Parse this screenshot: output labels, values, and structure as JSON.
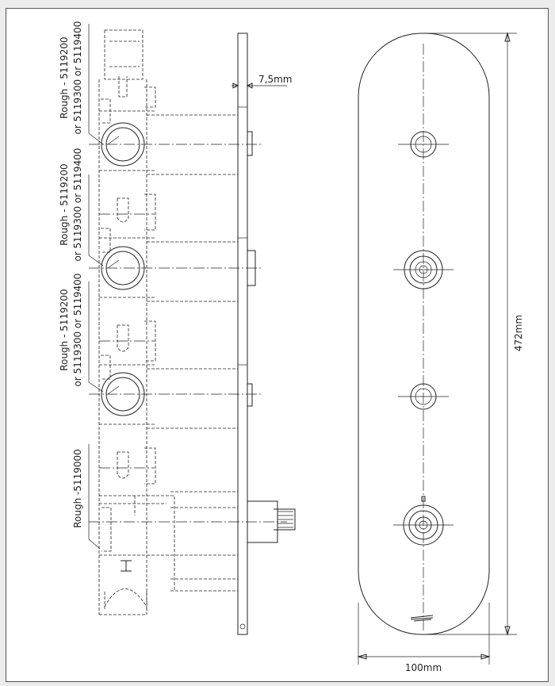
{
  "labels": {
    "rough_1_line1": "Rough - 5119200",
    "rough_1_line2": "or 5119300 or 5119400",
    "rough_2_line1": "Rough - 5119200",
    "rough_2_line2": "or 5119300 or 5119400",
    "rough_3_line1": "Rough - 5119200",
    "rough_3_line2": "or 5119300 or 5119400",
    "rough_4": "Rough -5119000"
  },
  "dimensions": {
    "thickness": "7,5mm",
    "height": "472mm",
    "width": "100mm"
  }
}
